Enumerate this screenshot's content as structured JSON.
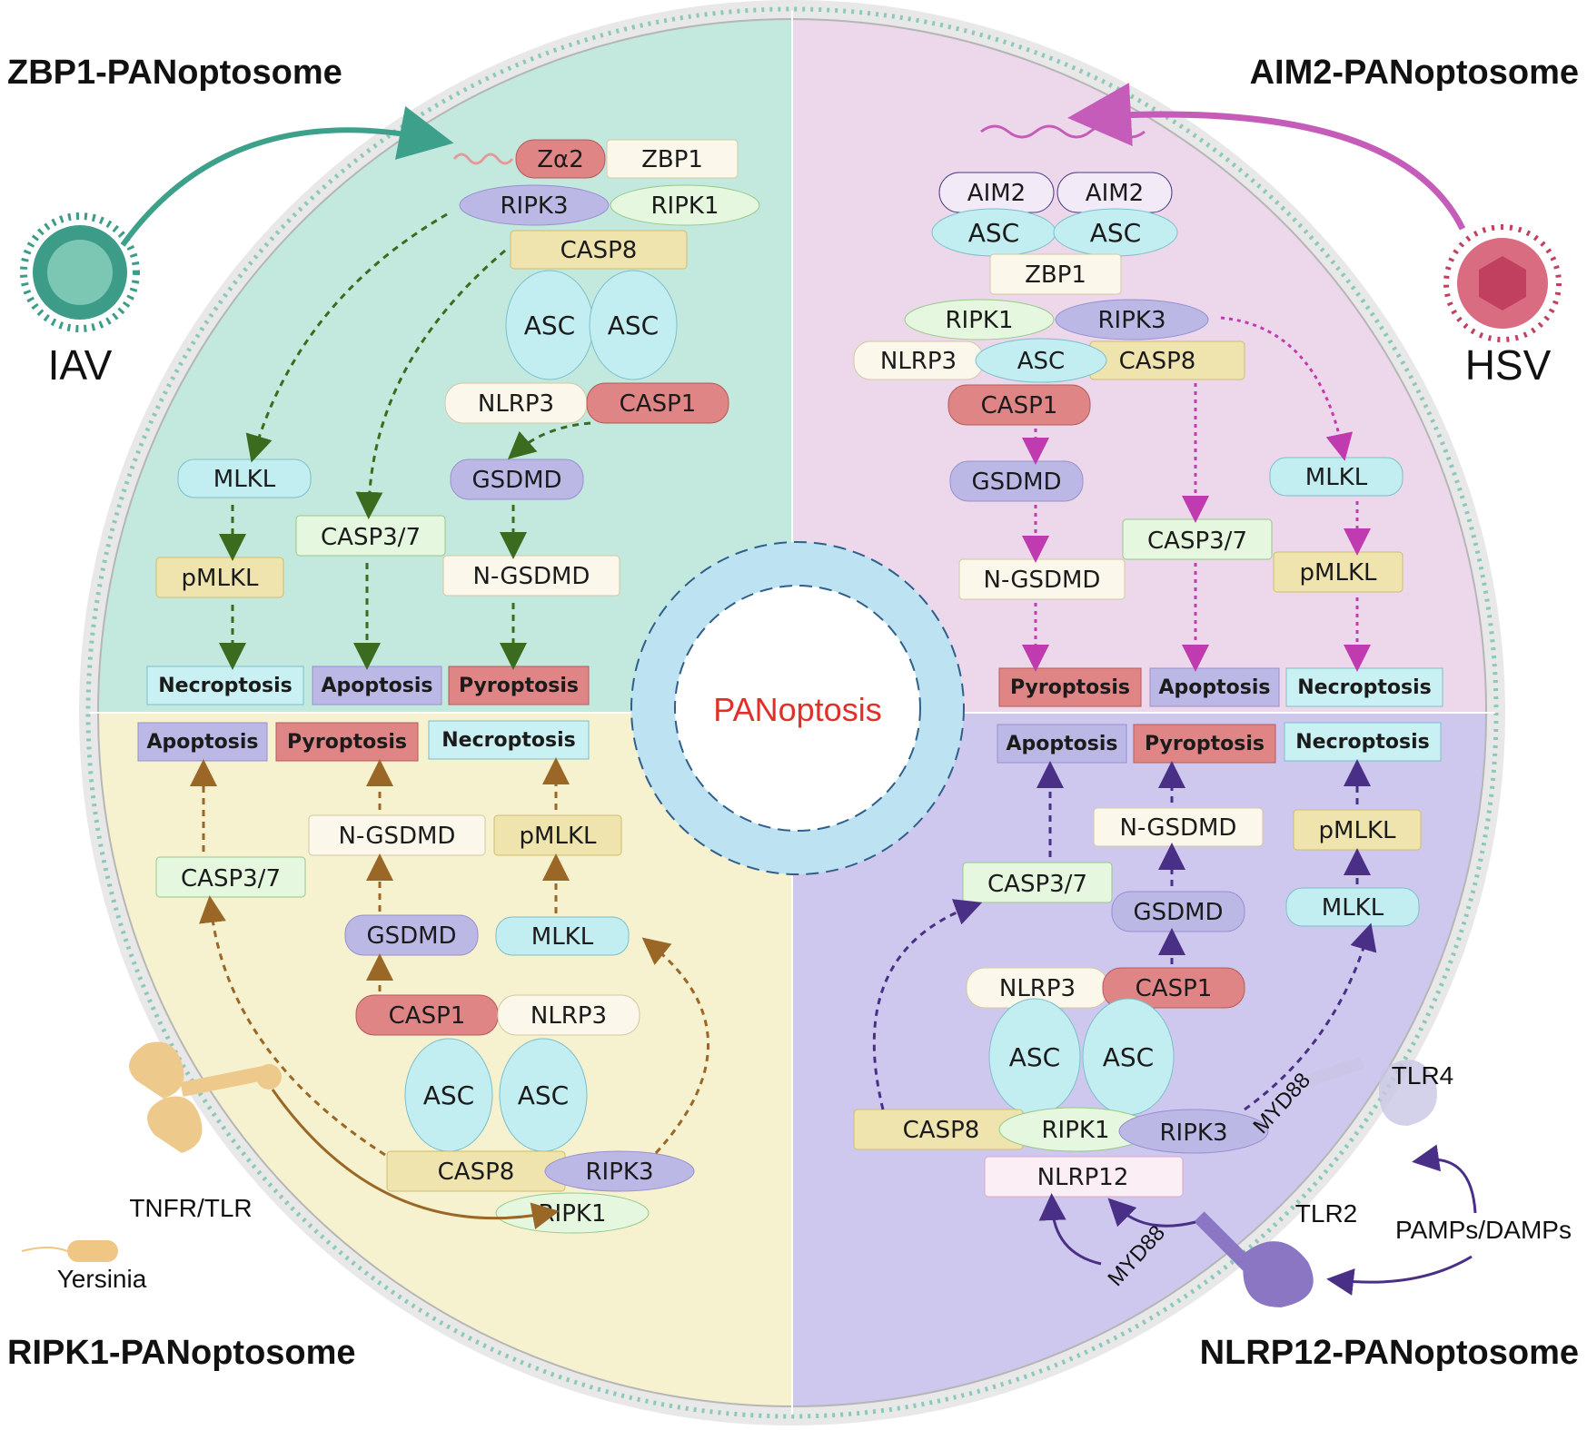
{
  "center_label": "PANoptosis",
  "quadrants": {
    "zbp1": {
      "title": "ZBP1-PANoptosome",
      "trigger": "IAV",
      "complex": {
        "za2": "Zα2",
        "zbp1": "ZBP1",
        "ripk3": "RIPK3",
        "ripk1": "RIPK1",
        "casp8": "CASP8",
        "asc": "ASC",
        "nlrp3": "NLRP3",
        "casp1": "CASP1"
      },
      "paths": {
        "mlkl": "MLKL",
        "pmlkl": "pMLKL",
        "casp37": "CASP3/7",
        "gsdmd": "GSDMD",
        "ngsdmd": "N-GSDMD"
      },
      "outcomes": {
        "necroptosis": "Necroptosis",
        "apoptosis": "Apoptosis",
        "pyroptosis": "Pyroptosis"
      }
    },
    "aim2": {
      "title": "AIM2-PANoptosome",
      "trigger": "HSV",
      "complex": {
        "aim2": "AIM2",
        "asc": "ASC",
        "zbp1": "ZBP1",
        "ripk1": "RIPK1",
        "ripk3": "RIPK3",
        "nlrp3": "NLRP3",
        "casp8": "CASP8",
        "casp1": "CASP1"
      },
      "paths": {
        "gsdmd": "GSDMD",
        "ngsdmd": "N-GSDMD",
        "casp37": "CASP3/7",
        "mlkl": "MLKL",
        "pmlkl": "pMLKL"
      },
      "outcomes": {
        "pyroptosis": "Pyroptosis",
        "apoptosis": "Apoptosis",
        "necroptosis": "Necroptosis"
      }
    },
    "ripk1": {
      "title": "RIPK1-PANoptosome",
      "trigger": "Yersinia",
      "receptor": "TNFR/TLR",
      "complex": {
        "casp1": "CASP1",
        "nlrp3": "NLRP3",
        "asc": "ASC",
        "casp8": "CASP8",
        "ripk3": "RIPK3",
        "ripk1": "RIPK1"
      },
      "paths": {
        "casp37": "CASP3/7",
        "gsdmd": "GSDMD",
        "ngsdmd": "N-GSDMD",
        "mlkl": "MLKL",
        "pmlkl": "pMLKL"
      },
      "outcomes": {
        "apoptosis": "Apoptosis",
        "pyroptosis": "Pyroptosis",
        "necroptosis": "Necroptosis"
      }
    },
    "nlrp12": {
      "title": "NLRP12-PANoptosome",
      "trigger": "PAMPs/DAMPs",
      "receptors": {
        "tlr4": "TLR4",
        "tlr2": "TLR2",
        "myd88": "MYD88"
      },
      "complex": {
        "nlrp3": "NLRP3",
        "casp1": "CASP1",
        "asc": "ASC",
        "casp8": "CASP8",
        "ripk1": "RIPK1",
        "ripk3": "RIPK3",
        "nlrp12": "NLRP12"
      },
      "paths": {
        "casp37": "CASP3/7",
        "gsdmd": "GSDMD",
        "ngsdmd": "N-GSDMD",
        "mlkl": "MLKL",
        "pmlkl": "pMLKL"
      },
      "outcomes": {
        "apoptosis": "Apoptosis",
        "pyroptosis": "Pyroptosis",
        "necroptosis": "Necroptosis"
      }
    }
  },
  "colors": {
    "teal_bg": "#c3e9df",
    "pink_bg": "#ecd8ea",
    "yellow_bg": "#f6f1cf",
    "purple_bg": "#cfc8ee",
    "red_node": "#e08585",
    "purple_node": "#bcb8e6",
    "green_node": "#e6f7df",
    "cyan_node": "#c2eef2",
    "tan_node": "#efe4ad",
    "cream_node": "#fbf7ea",
    "center_ring": "#bde3f2",
    "center_text": "#e0302a"
  }
}
